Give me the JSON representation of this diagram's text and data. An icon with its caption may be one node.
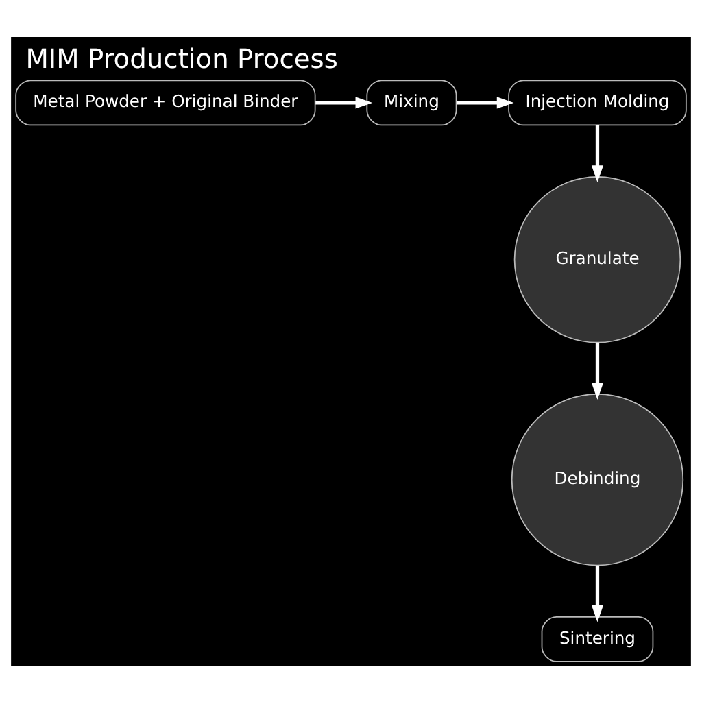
{
  "diagram": {
    "title": "MIM Production Process",
    "nodes": [
      {
        "text": [
          "Metal Powder + Original Binder"
        ]
      },
      {
        "text": [
          "Mixing"
        ]
      },
      {
        "text": [
          "Injection Molding"
        ]
      },
      {
        "text": [
          "Sintering"
        ]
      },
      {
        "text": [
          "Debinding"
        ]
      },
      {
        "text": [
          "Granulate"
        ]
      }
    ],
    "edges": [
      {
        "from": 0,
        "to": 1,
        "arrow": "to"
      },
      {
        "from": 1,
        "to": 2,
        "arrow": "to"
      },
      {
        "from": 2,
        "to": 5,
        "arrow": "to"
      },
      {
        "from": 5,
        "to": 4,
        "arrow": "to"
      },
      {
        "from": 4,
        "to": 3,
        "arrow": "to"
      }
    ]
  }
}
